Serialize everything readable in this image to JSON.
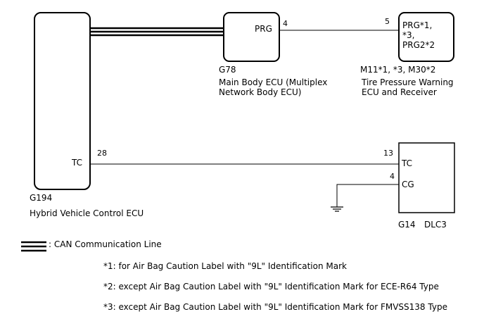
{
  "hv_ecu": {
    "code": "G194",
    "name": "Hybrid Vehicle Control ECU",
    "terminal": "TC",
    "pin": "28"
  },
  "main_body_ecu": {
    "code": "G78",
    "name_line1": "Main Body ECU (Multiplex",
    "name_line2": "Network Body ECU)",
    "terminal": "PRG",
    "pin": "4"
  },
  "tpms_ecu": {
    "code": "M11*1, *3, M30*2",
    "name_line1": "Tire Pressure Warning",
    "name_line2": "ECU and Receiver",
    "terminal_line1": "PRG*1,",
    "terminal_line2": "*3,",
    "terminal_line3": "PRG2*2",
    "pin": "5"
  },
  "dlc3": {
    "code": "G14",
    "name": "DLC3",
    "terminal_tc": "TC",
    "pin_tc": "13",
    "terminal_cg": "CG",
    "pin_cg": "4"
  },
  "legend": {
    "can_line": ": CAN Communication Line"
  },
  "notes": [
    "*1: for Air Bag Caution Label with \"9L\" Identification Mark",
    "*2: except Air Bag Caution Label with \"9L\" Identification Mark for ECE-R64 Type",
    "*3: except Air Bag Caution Label with \"9L\" Identification Mark for FMVSS138 Type"
  ]
}
